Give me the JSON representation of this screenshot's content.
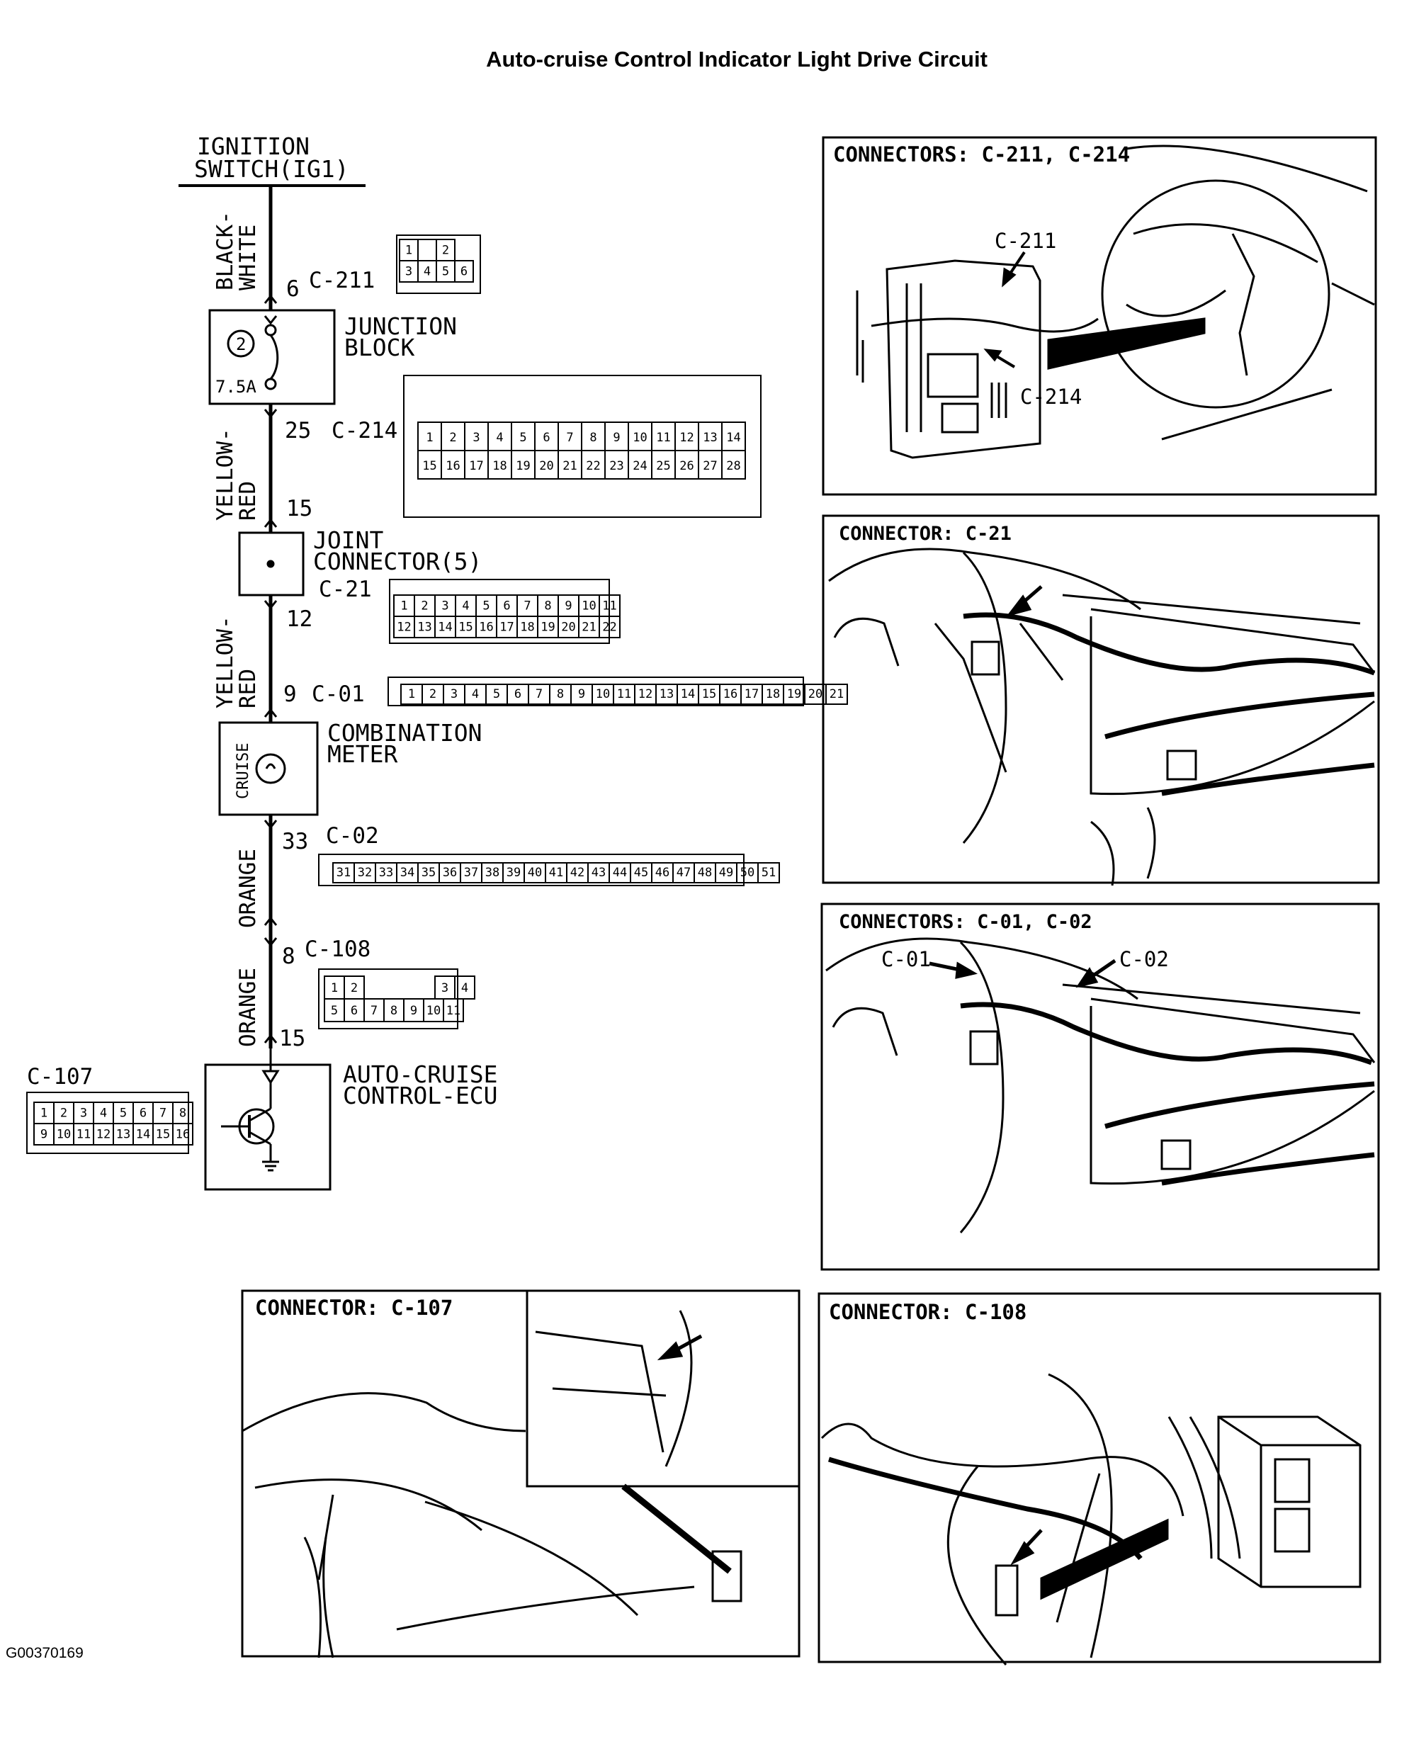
{
  "title": "Auto-cruise Control Indicator Light Drive Circuit",
  "doc_id": "G00370169",
  "schematic": {
    "ignition_label": [
      "IGNITION",
      "SWITCH(IG1)"
    ],
    "wire_colors": {
      "w1": [
        "BLACK-",
        "WHITE"
      ],
      "w2": [
        "YELLOW-",
        "RED"
      ],
      "w3": [
        "YELLOW-",
        "RED"
      ],
      "w4": "ORANGE",
      "w5": "ORANGE"
    },
    "pins": {
      "c211": "6",
      "c214_top": "25",
      "c214_bottom": "15",
      "c21": "12",
      "c01": "9",
      "c02": "33",
      "c108_top": "8",
      "c108_bottom": "15"
    },
    "connectors": {
      "c211": "C-211",
      "c214": "C-214",
      "c21": "C-21",
      "c01": "C-01",
      "c02": "C-02",
      "c108": "C-108",
      "c107": "C-107"
    },
    "components": {
      "junction_block": [
        "JUNCTION",
        "BLOCK"
      ],
      "fuse_number": "2",
      "fuse_rating": "7.5A",
      "joint_connector": [
        "JOINT",
        "CONNECTOR(5)"
      ],
      "combination_meter": [
        "COMBINATION",
        "METER"
      ],
      "cruise_lamp": "CRUISE",
      "ecu": [
        "AUTO-CRUISE",
        "CONTROL-ECU"
      ]
    },
    "connector_faces": {
      "c211": {
        "row1": [
          "1",
          "",
          "2"
        ],
        "row2": [
          "3",
          "4",
          "5",
          "6"
        ]
      },
      "c214": {
        "row1": [
          "1",
          "2",
          "3",
          "4",
          "5",
          "6",
          "7",
          "8",
          "9",
          "10",
          "11",
          "12",
          "13",
          "14"
        ],
        "row2": [
          "15",
          "16",
          "17",
          "18",
          "19",
          "20",
          "21",
          "22",
          "23",
          "24",
          "25",
          "26",
          "27",
          "28"
        ]
      },
      "c21": {
        "row1": [
          "1",
          "2",
          "3",
          "4",
          "5",
          "6",
          "7",
          "8",
          "9",
          "10",
          "11"
        ],
        "row2": [
          "12",
          "13",
          "14",
          "15",
          "16",
          "17",
          "18",
          "19",
          "20",
          "21",
          "22"
        ]
      },
      "c01": {
        "row1": [
          "1",
          "2",
          "3",
          "4",
          "5",
          "6",
          "7",
          "8",
          "9",
          "10",
          "11",
          "12",
          "13",
          "14",
          "15",
          "16",
          "17",
          "18",
          "19",
          "20",
          "21"
        ]
      },
      "c02": {
        "row1": [
          "31",
          "32",
          "33",
          "34",
          "35",
          "36",
          "37",
          "38",
          "39",
          "40",
          "41",
          "42",
          "43",
          "44",
          "45",
          "46",
          "47",
          "48",
          "49",
          "50",
          "51"
        ]
      },
      "c108": {
        "row1": [
          "1",
          "2",
          "3",
          "4"
        ],
        "row2": [
          "5",
          "6",
          "7",
          "8",
          "9",
          "10",
          "11"
        ]
      },
      "c107": {
        "row1": [
          "1",
          "2",
          "3",
          "4",
          "5",
          "6",
          "7",
          "8"
        ],
        "row2": [
          "9",
          "10",
          "11",
          "12",
          "13",
          "14",
          "15",
          "16"
        ]
      }
    }
  },
  "panels": {
    "p1": {
      "title": "CONNECTORS: C-211, C-214",
      "labels": [
        "C-211",
        "C-214"
      ]
    },
    "p2": {
      "title": "CONNECTOR: C-21"
    },
    "p3": {
      "title": "CONNECTORS: C-01, C-02",
      "labels": [
        "C-01",
        "C-02"
      ]
    },
    "p4": {
      "title": "CONNECTOR: C-107"
    },
    "p5": {
      "title": "CONNECTOR: C-108"
    }
  }
}
